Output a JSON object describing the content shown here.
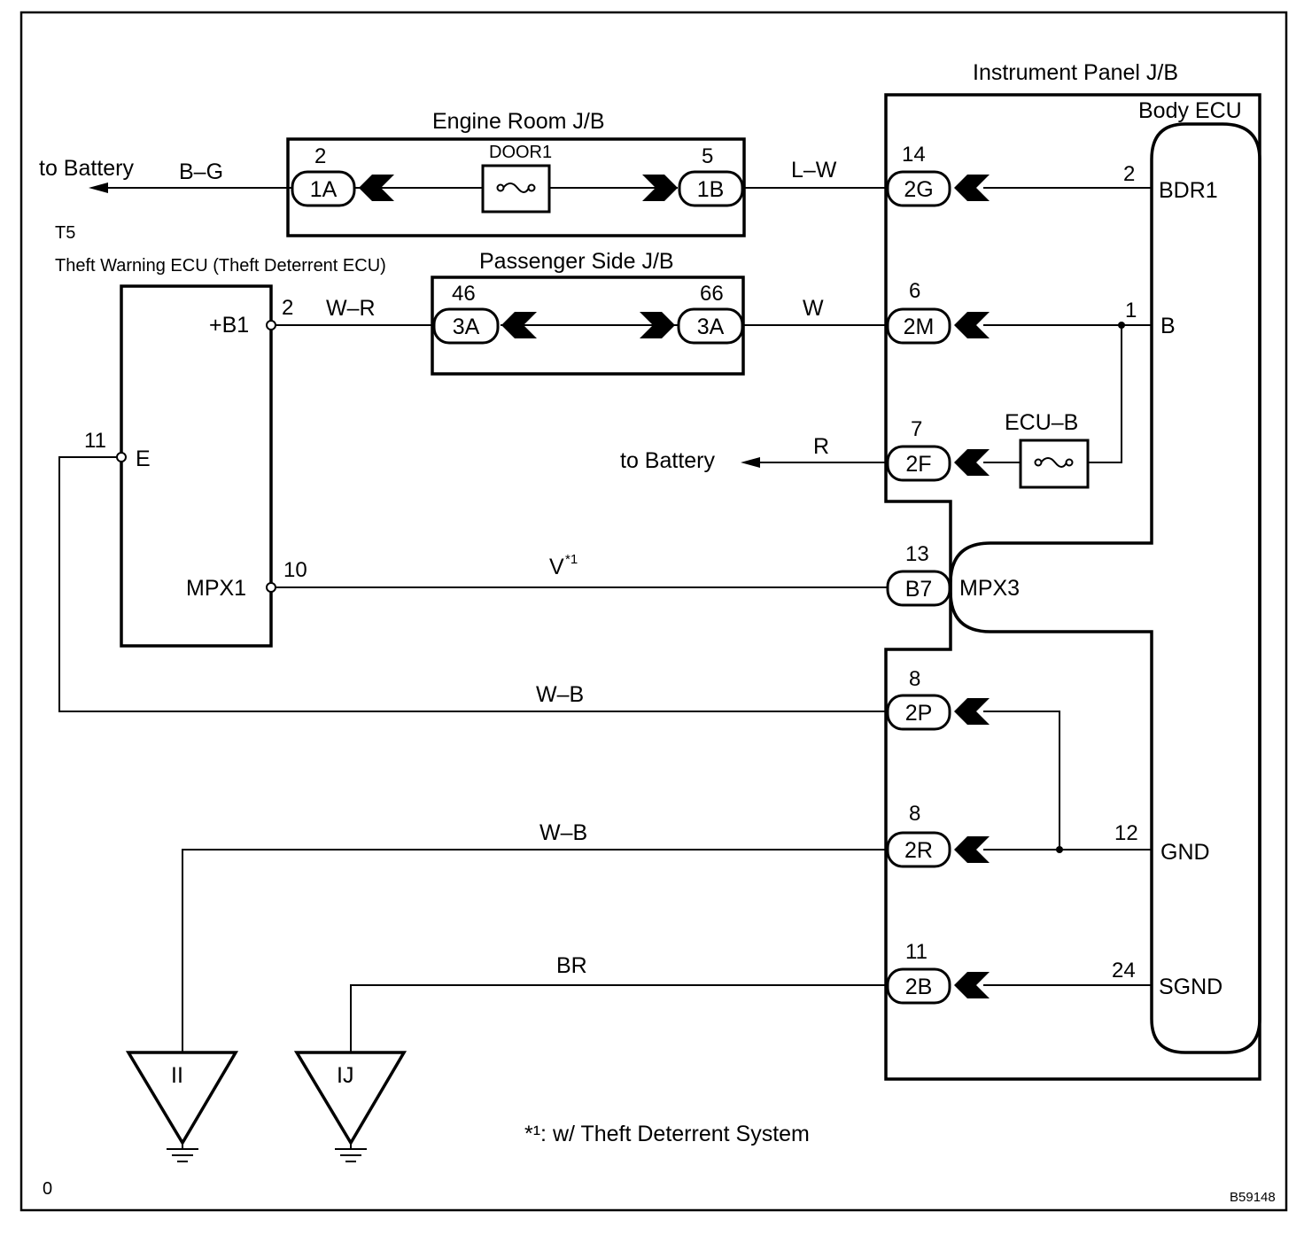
{
  "title_ref": "T5",
  "corner_mark": "0",
  "image_code": "B59148",
  "footnote": "*¹: w/ Theft Deterrent System",
  "blocks": {
    "engine_room_jb": "Engine Room J/B",
    "passenger_side_jb": "Passenger Side J/B",
    "instrument_panel_jb": "Instrument Panel J/B",
    "body_ecu": "Body ECU",
    "theft_ecu": "Theft Warning ECU (Theft Deterrent ECU)"
  },
  "fuses": {
    "door1": "DOOR1",
    "ecu_b": "ECU–B"
  },
  "battery_labels": {
    "top": "to Battery",
    "mid": "to Battery"
  },
  "wires": {
    "bg": "B–G",
    "lw": "L–W",
    "wr": "W–R",
    "w": "W",
    "r": "R",
    "v": "V",
    "v_sup": "*1",
    "wb1": "W–B",
    "wb2": "W–B",
    "br": "BR"
  },
  "connectors": {
    "c1a": {
      "code": "1A",
      "pin": "2"
    },
    "c1b": {
      "code": "1B",
      "pin": "5"
    },
    "c3a_l": {
      "code": "3A",
      "pin": "46"
    },
    "c3a_r": {
      "code": "3A",
      "pin": "66"
    },
    "c2g": {
      "code": "2G",
      "pin": "14"
    },
    "c2m": {
      "code": "2M",
      "pin": "6"
    },
    "c2f": {
      "code": "2F",
      "pin": "7"
    },
    "cb7": {
      "code": "B7",
      "pin": "13"
    },
    "c2p": {
      "code": "2P",
      "pin": "8"
    },
    "c2r": {
      "code": "2R",
      "pin": "8"
    },
    "c2b": {
      "code": "2B",
      "pin": "11"
    }
  },
  "body_ecu_terminals": {
    "bdr1": {
      "name": "BDR1",
      "pin": "2"
    },
    "b": {
      "name": "B",
      "pin": "1"
    },
    "mpx3": {
      "name": "MPX3"
    },
    "gnd": {
      "name": "GND",
      "pin": "12"
    },
    "sgnd": {
      "name": "SGND",
      "pin": "24"
    }
  },
  "theft_ecu_terminals": {
    "b1": {
      "name": "+B1",
      "pin": "2"
    },
    "e": {
      "name": "E",
      "pin": "11"
    },
    "mpx1": {
      "name": "MPX1",
      "pin": "10"
    }
  },
  "grounds": {
    "ii": "II",
    "ij": "IJ"
  }
}
